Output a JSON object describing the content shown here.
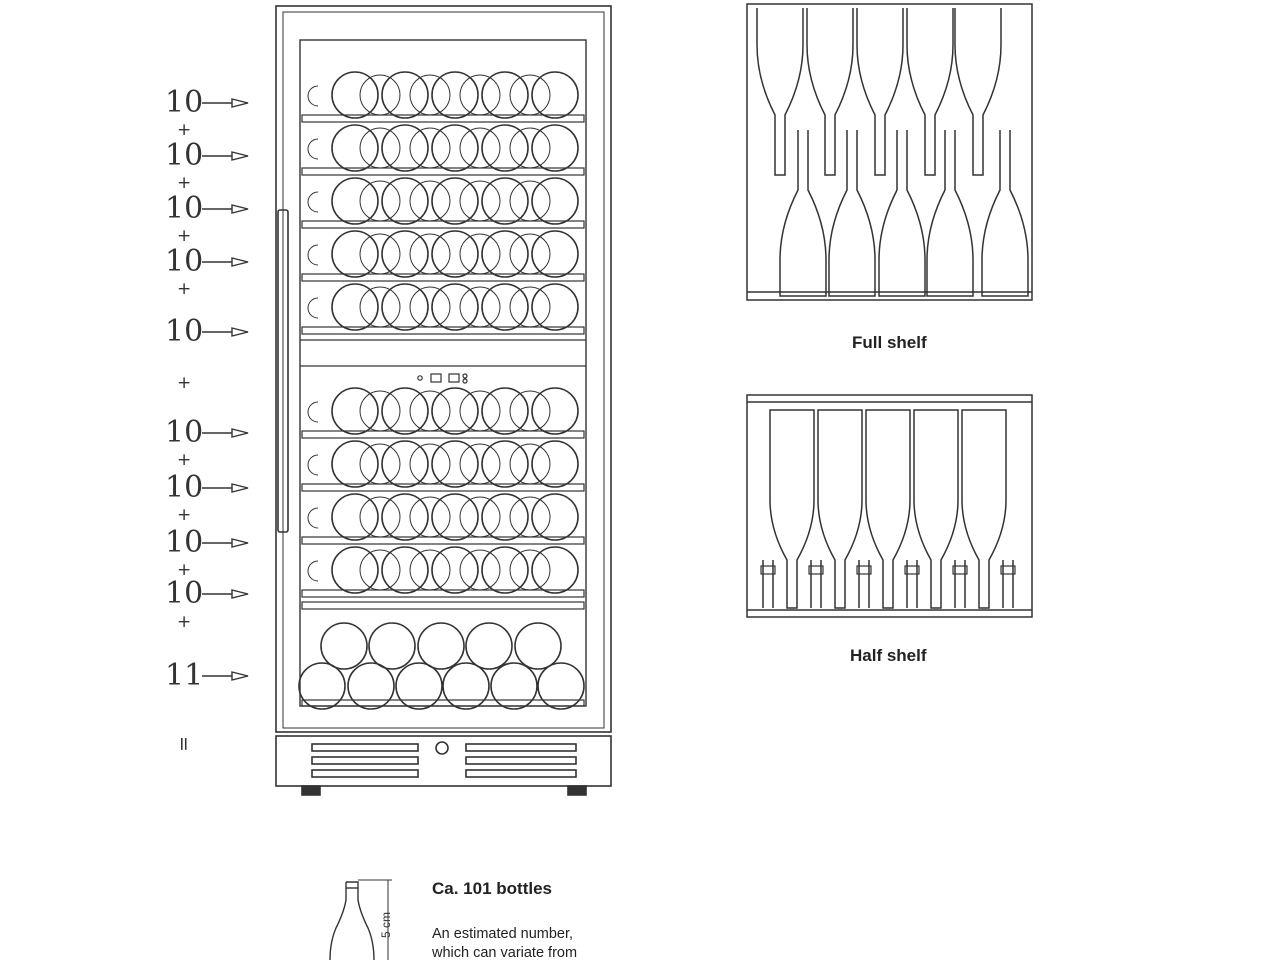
{
  "counts": [
    {
      "label": "10",
      "plus": "+"
    },
    {
      "label": "10",
      "plus": "+"
    },
    {
      "label": "10",
      "plus": "+"
    },
    {
      "label": "10",
      "plus": "+"
    },
    {
      "label": "10",
      "plus": "+"
    },
    {
      "label": "10",
      "plus": "+"
    },
    {
      "label": "10",
      "plus": "+"
    },
    {
      "label": "10",
      "plus": "+"
    },
    {
      "label": "10",
      "plus": "+"
    },
    {
      "label": "11",
      "plus": ""
    }
  ],
  "equals_sign": "=",
  "full_shelf_caption": "Full shelf",
  "half_shelf_caption": "Half shelf",
  "capacity_title": "Ca. 101 bottles",
  "capacity_note_lines": [
    "An estimated number,",
    "which can variate from"
  ],
  "bottle_height_label": "5 cm",
  "icons": [
    "fridge-front",
    "arrow",
    "bottle",
    "control-panel"
  ]
}
